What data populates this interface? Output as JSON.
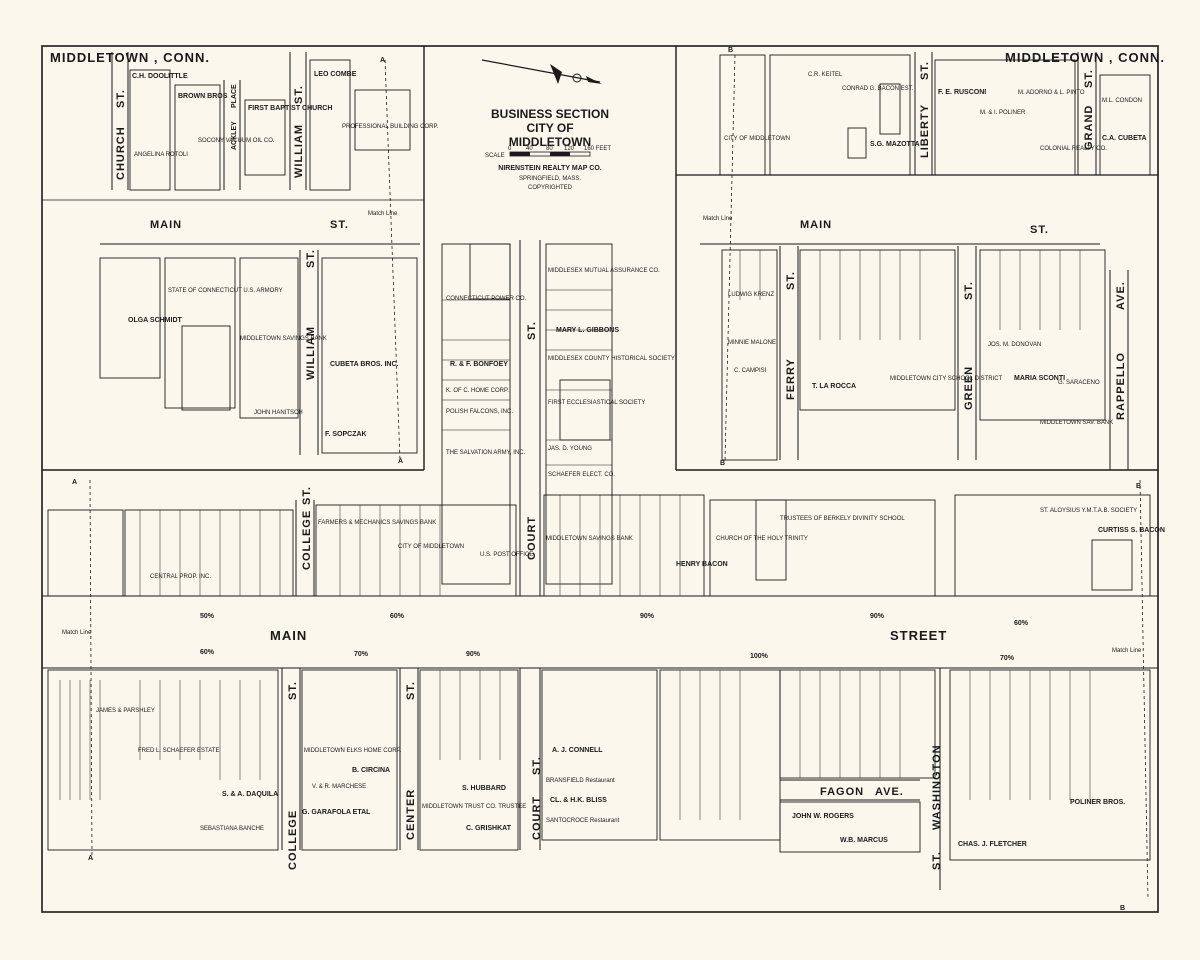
{
  "header": {
    "title_left": "MIDDLETOWN , CONN.",
    "title_right": "MIDDLETOWN , CONN.",
    "title_lines": [
      "BUSINESS SECTION",
      "CITY OF",
      "MIDDLETOWN"
    ],
    "scale_label": "SCALE",
    "scale_ticks": [
      "0",
      "40",
      "80",
      "120",
      "160 FEET"
    ],
    "publisher_lines": [
      "NIRENSTEIN REALTY MAP CO.",
      "SPRINGFIELD, MASS.",
      "COPYRIGHTED"
    ]
  },
  "streets": {
    "main_st_1": "MAIN",
    "main_st_1b": "ST.",
    "main_st_2": "MAIN",
    "main_st_2b": "ST.",
    "main_street_left": "MAIN",
    "main_street_right": "STREET",
    "church": "CHURCH",
    "church_st": "ST.",
    "ackley": "ACKLEY",
    "place": "PLACE",
    "william_1": "WILLIAM",
    "william_1_st": "ST.",
    "william_2": "WILLIAM",
    "william_2_st": "ST.",
    "court_1": "COURT",
    "court_1_st": "ST.",
    "court_2": "COURT",
    "court_2_st": "ST.",
    "liberty": "LIBERTY",
    "liberty_st": "ST.",
    "grand": "GRAND",
    "grand_st": "ST.",
    "ferry": "FERRY",
    "ferry_st": "ST.",
    "green": "GREEN",
    "green_st": "ST.",
    "rappello": "RAPPELLO",
    "rappello_ave": "AVE.",
    "college_1": "COLLEGE",
    "college_1_st": "ST.",
    "college_2": "COLLEGE",
    "college_2_st": "ST.",
    "center": "CENTER",
    "center_st": "ST.",
    "washington": "WASHINGTON",
    "washington_st": "ST.",
    "fagon": "FAGON",
    "fagon_ave": "AVE."
  },
  "markers": {
    "match_line": "Match Line",
    "a_label": "A",
    "b_label": "B",
    "pct_50": "50%",
    "pct_60": "60%",
    "pct_70": "70%",
    "pct_90": "90%",
    "pct_100": "100%"
  },
  "buildings": [
    "C.H. DOOLITTLE",
    "BROWN BROS",
    "SOCONY VACUUM OIL CO.",
    "FIRST BAPTIST CHURCH",
    "LEO COMBE",
    "PROFESSIONAL BUILDING CORP.",
    "ANGELINA ROTOLI",
    "STATE OF CONNECTICUT U.S. ARMORY",
    "MIDDLETOWN SAVINGS BANK",
    "OLGA SCHMIDT",
    "CUBETA BROS. INC.",
    "JOHN HANITSCH",
    "F. SOPCZAK",
    "CONNECTICUT POWER CO.",
    "R. & F. BONFOEY",
    "K. OF C. HOME CORP.",
    "POLISH FALCONS, INC.",
    "THE SALVATION ARMY, INC.",
    "MIDDLESEX MUTUAL ASSURANCE CO.",
    "MARY L. GIBBONS",
    "MIDDLESEX COUNTY HISTORICAL SOCIETY",
    "FIRST ECCLESIASTICAL SOCIETY",
    "JAS. D. YOUNG",
    "SCHAEFER ELECT. CO.",
    "C.R. KEITEL",
    "CONRAD G. BACON EST.",
    "S.G. MAZOTTA",
    "CITY OF MIDDLETOWN",
    "F. E. RUSCONI",
    "M. & I. POLINER",
    "M. ADORNO & L. PINTO",
    "COLONIAL REALTY CO.",
    "C.A. CUBETA",
    "M.L. CONDON",
    "LUDWIG KRENZ",
    "MINNIE MALONE",
    "C. CAMPISI",
    "T. LA ROCCA",
    "MIDDLETOWN CITY SCHOOL DISTRICT",
    "JOS. M. DONOVAN",
    "MARIA SCONTI",
    "G. SARACENO",
    "MIDDLETOWN SAV. BANK",
    "FARMERS & MECHANICS SAVINGS BANK",
    "CENTRAL PROP. INC.",
    "CITY OF MIDDLETOWN",
    "U.S. POST OFFICE",
    "MIDDLETOWN SAVINGS BANK",
    "HENRY BACON",
    "TRUSTEES OF BERKELY DIVINITY SCHOOL",
    "CHURCH OF THE HOLY TRINITY",
    "ST. ALOYSIUS Y.M.T.A.B. SOCIETY",
    "CURTISS S. BACON",
    "FRED L. SCHAEFER ESTATE",
    "MIDDLETOWN ELKS HOME CORP.",
    "MIDDLETOWN TRUST CO. TRUSTEE",
    "A. J. CONNELL",
    "BRANSFIELD Restaurant",
    "CL. & H.K. BLISS",
    "SANTOCROCE Restaurant",
    "JOHN W. ROGERS",
    "W.B. MARCUS",
    "POLINER BROS.",
    "CHAS. J. FLETCHER",
    "S. & A. DAQUILA",
    "SEBASTIANA BANCHE",
    "G. GARAFOLA ETAL",
    "V. & R. MARCHESE",
    "B. CIRCINA",
    "S. HUBBARD",
    "C. GRISHKAT",
    "JAMES & PARSHLEY"
  ]
}
